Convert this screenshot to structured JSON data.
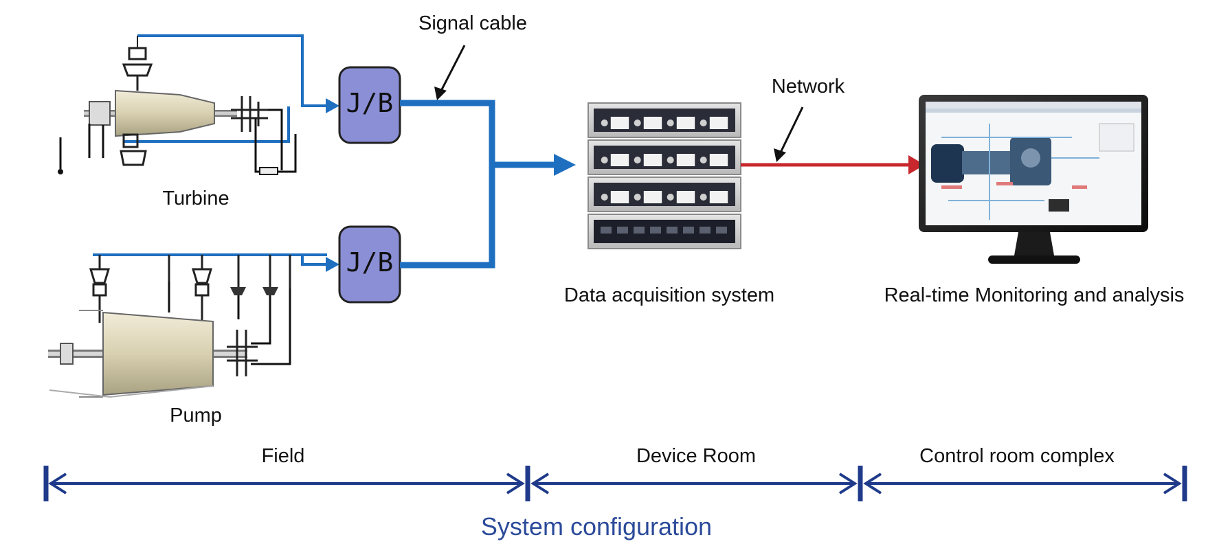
{
  "labels": {
    "signal_cable": "Signal cable",
    "network": "Network",
    "turbine": "Turbine",
    "pump": "Pump",
    "jb_top": "J/B",
    "jb_bottom": "J/B",
    "daq": "Data acquisition system",
    "monitoring": "Real-time Monitoring and analysis"
  },
  "zones": {
    "field": "Field",
    "device_room": "Device Room",
    "control_room": "Control room complex"
  },
  "caption": "System configuration",
  "colors": {
    "signal_blue": "#1f6fc0",
    "network_red": "#c8282d",
    "jb_fill": "#8b8fd6",
    "zone_navy": "#1f3a8a",
    "caption_blue": "#2b4a9a"
  }
}
